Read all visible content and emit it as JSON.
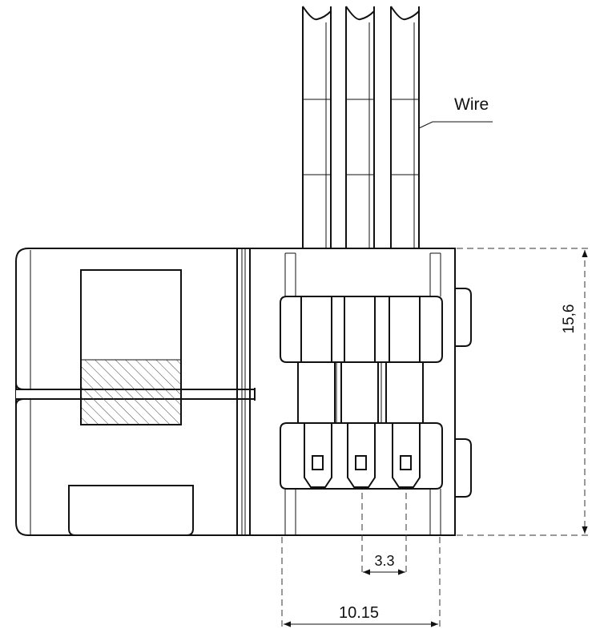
{
  "labels": {
    "wire": "Wire",
    "height_dim": "15,6",
    "pitch_dim": "3.3",
    "width_dim": "10.15"
  }
}
